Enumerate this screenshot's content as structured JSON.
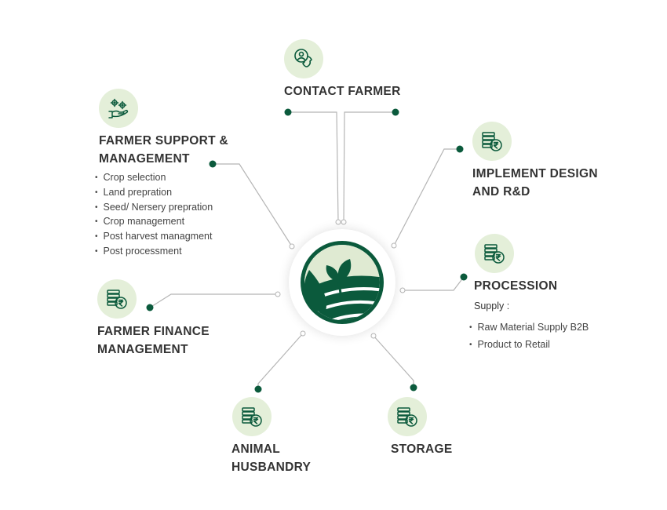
{
  "nodes": {
    "contact_farmer": {
      "title_lines": [
        "CONTACT FARMER"
      ],
      "icon": "phone-contact-icon"
    },
    "farmer_support": {
      "title_lines": [
        "FARMER SUPPORT &",
        "MANAGEMENT"
      ],
      "icon": "hand-gears-icon",
      "items": [
        "Crop selection",
        "Land prepration",
        "Seed/ Nersery prepration",
        "Crop management",
        "Post harvest managment",
        "Post processment"
      ]
    },
    "implement_design": {
      "title_lines": [
        "IMPLEMENT DESIGN",
        "AND R&D"
      ],
      "icon": "rupee-coins-icon"
    },
    "procession": {
      "title_lines": [
        "PROCESSION"
      ],
      "icon": "rupee-coins-icon",
      "subtitle": "Supply :",
      "items": [
        "Raw Material Supply B2B",
        "Product to Retail"
      ]
    },
    "farmer_finance": {
      "title_lines": [
        "FARMER FINANCE",
        "MANAGEMENT"
      ],
      "icon": "rupee-coins-icon"
    },
    "animal_husbandry": {
      "title_lines": [
        "ANIMAL",
        "HUSBANDRY"
      ],
      "icon": "rupee-coins-icon"
    },
    "storage": {
      "title_lines": [
        "STORAGE"
      ],
      "icon": "rupee-coins-icon"
    }
  },
  "hub": {
    "icon": "leaf-field-logo-icon"
  },
  "colors": {
    "accent": "#0b5a3c",
    "icon_bg": "#e4efd9",
    "line": "#b5b5b5",
    "logo_light": "#a9c98f"
  }
}
